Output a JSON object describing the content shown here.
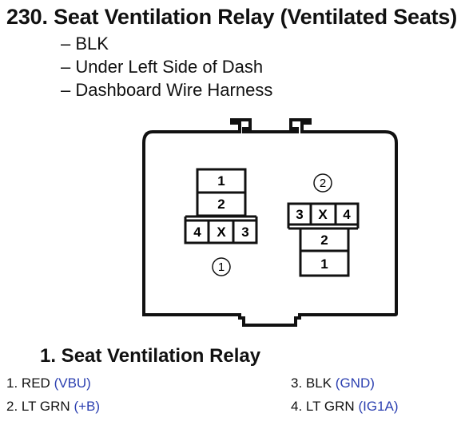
{
  "header": {
    "number": "230.",
    "title": "Seat Ventilation Relay (Ventilated Seats)"
  },
  "details": [
    "– BLK",
    "– Under Left Side of Dash",
    "– Dashboard Wire Harness"
  ],
  "connector_view": {
    "connector_1": {
      "callout": "1",
      "pins": [
        "1",
        "2",
        "4",
        "X",
        "3"
      ]
    },
    "connector_2": {
      "callout": "2",
      "pins": [
        "3",
        "X",
        "4",
        "2",
        "1"
      ]
    }
  },
  "pin_table": {
    "heading": "1. Seat Ventilation Relay",
    "pins": [
      {
        "num": "1.",
        "wire": "RED",
        "signal": "(VBU)"
      },
      {
        "num": "2.",
        "wire": "LT GRN",
        "signal": "(+B)"
      },
      {
        "num": "3.",
        "wire": "BLK",
        "signal": "(GND)"
      },
      {
        "num": "4.",
        "wire": "LT GRN",
        "signal": "(IG1A)"
      }
    ]
  },
  "colors": {
    "signal_text": "#2b3fb0",
    "outline": "#111111"
  }
}
